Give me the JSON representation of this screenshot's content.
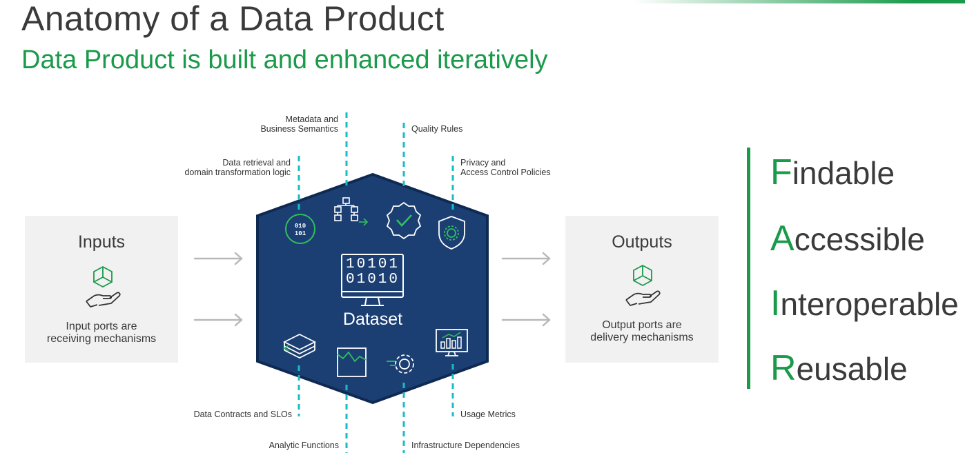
{
  "title": "Anatomy of a Data Product",
  "subtitle": "Data Product is built and enhanced iteratively",
  "colors": {
    "accent": "#1a9a4a",
    "hexagon": "#1c3f73",
    "dashed": "#19bcc4",
    "text": "#3a3a3a"
  },
  "inputs": {
    "title": "Inputs",
    "caption_line1": "Input ports are",
    "caption_line2": "receiving mechanisms",
    "icon": "hand-cube-icon"
  },
  "outputs": {
    "title": "Outputs",
    "caption_line1": "Output ports are",
    "caption_line2": "delivery mechanisms",
    "icon": "hand-cube-icon"
  },
  "center": {
    "label": "Dataset",
    "binary_row1": "10101",
    "binary_row2": "01010",
    "icon": "monitor-icon"
  },
  "callouts": {
    "metadata": {
      "line1": "Metadata and",
      "line2": "Business Semantics",
      "icon": "hierarchy-icon"
    },
    "quality": {
      "line1": "Quality Rules",
      "icon": "badge-check-icon"
    },
    "retrieval": {
      "line1": "Data retrieval and",
      "line2": "domain transformation logic",
      "icon": "binary-cycle-icon"
    },
    "privacy": {
      "line1": "Privacy and",
      "line2": "Access Control Policies",
      "icon": "shield-gear-icon"
    },
    "contracts": {
      "line1": "Data Contracts and SLOs",
      "icon": "layers-icon"
    },
    "usage": {
      "line1": "Usage Metrics",
      "icon": "chart-monitor-icon"
    },
    "analytic": {
      "line1": "Analytic Functions",
      "icon": "line-chart-icon"
    },
    "infra": {
      "line1": "Infrastructure Dependencies",
      "icon": "gear-icon"
    }
  },
  "fair": [
    {
      "initial": "F",
      "rest": "indable"
    },
    {
      "initial": "A",
      "rest": "ccessible"
    },
    {
      "initial": "I",
      "rest": "nteroperable"
    },
    {
      "initial": "R",
      "rest": "eusable"
    }
  ]
}
